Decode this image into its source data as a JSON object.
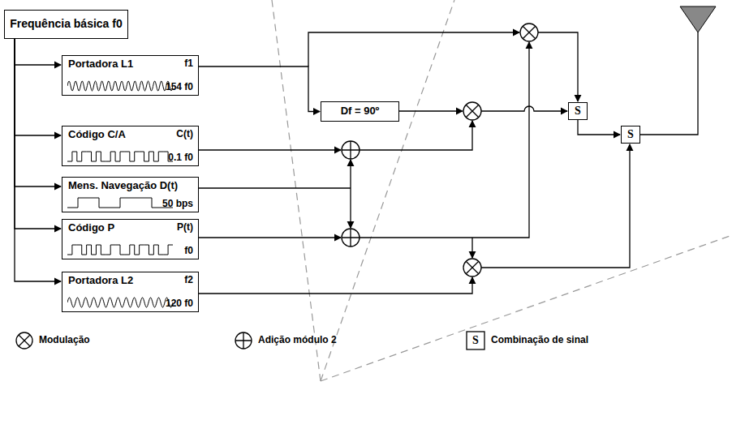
{
  "diagram": {
    "nodes": [
      {
        "text": [
          "Frequência básica f0"
        ]
      },
      {
        "text": [
          "Portadora L1",
          "f1",
          "154 f0"
        ]
      },
      {
        "text": [
          "Código C/A",
          "C(t)",
          "0.1 f0"
        ]
      },
      {
        "text": [
          "Mens. Navegação D(t)",
          "50 bps"
        ]
      },
      {
        "text": [
          "Código P",
          "P(t)",
          "f0"
        ]
      },
      {
        "text": [
          "Portadora L2",
          "f2",
          "120 f0"
        ]
      },
      {
        "text": [
          "Df = 90º"
        ]
      },
      {
        "text": [
          "S"
        ]
      },
      {
        "text": [
          "S"
        ]
      }
    ],
    "edges": [
      {
        "from": 0,
        "to": 1,
        "arrow": "to"
      },
      {
        "from": 0,
        "to": 2,
        "arrow": "to"
      },
      {
        "from": 0,
        "to": 3,
        "arrow": "to"
      },
      {
        "from": 0,
        "to": 4,
        "arrow": "to"
      },
      {
        "from": 0,
        "to": 5,
        "arrow": "to"
      },
      {
        "from": 1,
        "to": 6,
        "arrow": "to"
      },
      {
        "from": 7,
        "to": 8,
        "arrow": "to"
      }
    ],
    "labels": [
      "S"
    ],
    "legend": [
      {
        "text": "Modulação"
      },
      {
        "text": "Adição módulo 2"
      },
      {
        "text": "Combinação de sinal"
      }
    ]
  }
}
